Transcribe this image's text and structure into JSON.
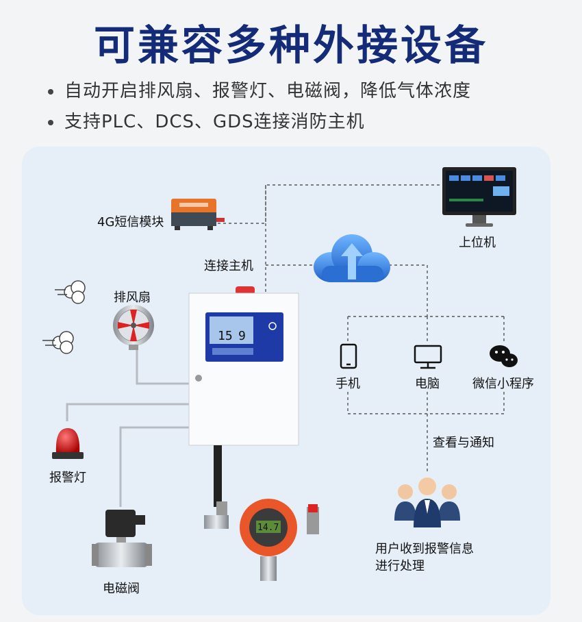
{
  "title": "可兼容多种外接设备",
  "bullets": [
    "自动开启排风扇、报警灯、电磁阀，降低气体浓度",
    "支持PLC、DCS、GDS连接消防主机"
  ],
  "labels": {
    "sms_module": "4G短信模块",
    "host_computer": "上位机",
    "connect_host": "连接主机",
    "exhaust_fan": "排风扇",
    "alarm_light": "报警灯",
    "solenoid_valve": "电磁阀",
    "phone": "手机",
    "computer": "电脑",
    "wechat": "微信小程序",
    "view_notify": "查看与通知",
    "user_handle_line1": "用户收到报警信息",
    "user_handle_line2": "进行处理"
  },
  "controller_display": {
    "left_value": "15",
    "right_value": "9"
  },
  "detector_display": "14.7",
  "colors": {
    "title": "#142b78",
    "panel_bg": "#e6eef7",
    "cloud": "#2f7de0",
    "detector": "#e8562a",
    "lcd": "#2a4cc8"
  },
  "icons": [
    "sms-module-icon",
    "monitor-icon",
    "cloud-upload-icon",
    "fan-icon",
    "wind-icon",
    "alarm-light-icon",
    "solenoid-valve-icon",
    "controller-box",
    "gas-detector-icon",
    "phone-icon",
    "computer-icon",
    "wechat-icon",
    "users-icon"
  ]
}
